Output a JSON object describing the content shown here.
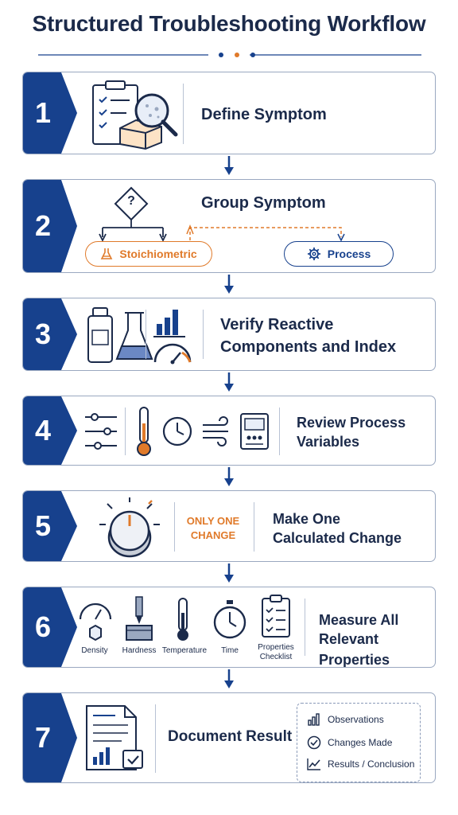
{
  "title": "Structured Troubleshooting Workflow",
  "colors": {
    "navy": "#17418d",
    "orange": "#e07a2a",
    "text": "#1b2a4a"
  },
  "steps": [
    {
      "number": "1",
      "label": "Define Symptom"
    },
    {
      "number": "2",
      "label": "Group Symptom",
      "decision_mark": "?",
      "options": [
        "Stoichiometric",
        "Process"
      ]
    },
    {
      "number": "3",
      "label_line1": "Verify Reactive",
      "label_line2": "Components and Index"
    },
    {
      "number": "4",
      "label_line1": "Review Process",
      "label_line2": "Variables"
    },
    {
      "number": "5",
      "callout_line1": "ONLY ONE",
      "callout_line2": "CHANGE",
      "label_line1": "Make One",
      "label_line2": "Calculated Change"
    },
    {
      "number": "6",
      "label_line1": "Measure All",
      "label_line2": "Relevant Properties",
      "properties": [
        "Density",
        "Hardness",
        "Temperature",
        "Time",
        "Properties",
        "Checklist"
      ]
    },
    {
      "number": "7",
      "label": "Document Result",
      "document_items": [
        "Observations",
        "Changes Made",
        "Results / Conclusion"
      ]
    }
  ]
}
